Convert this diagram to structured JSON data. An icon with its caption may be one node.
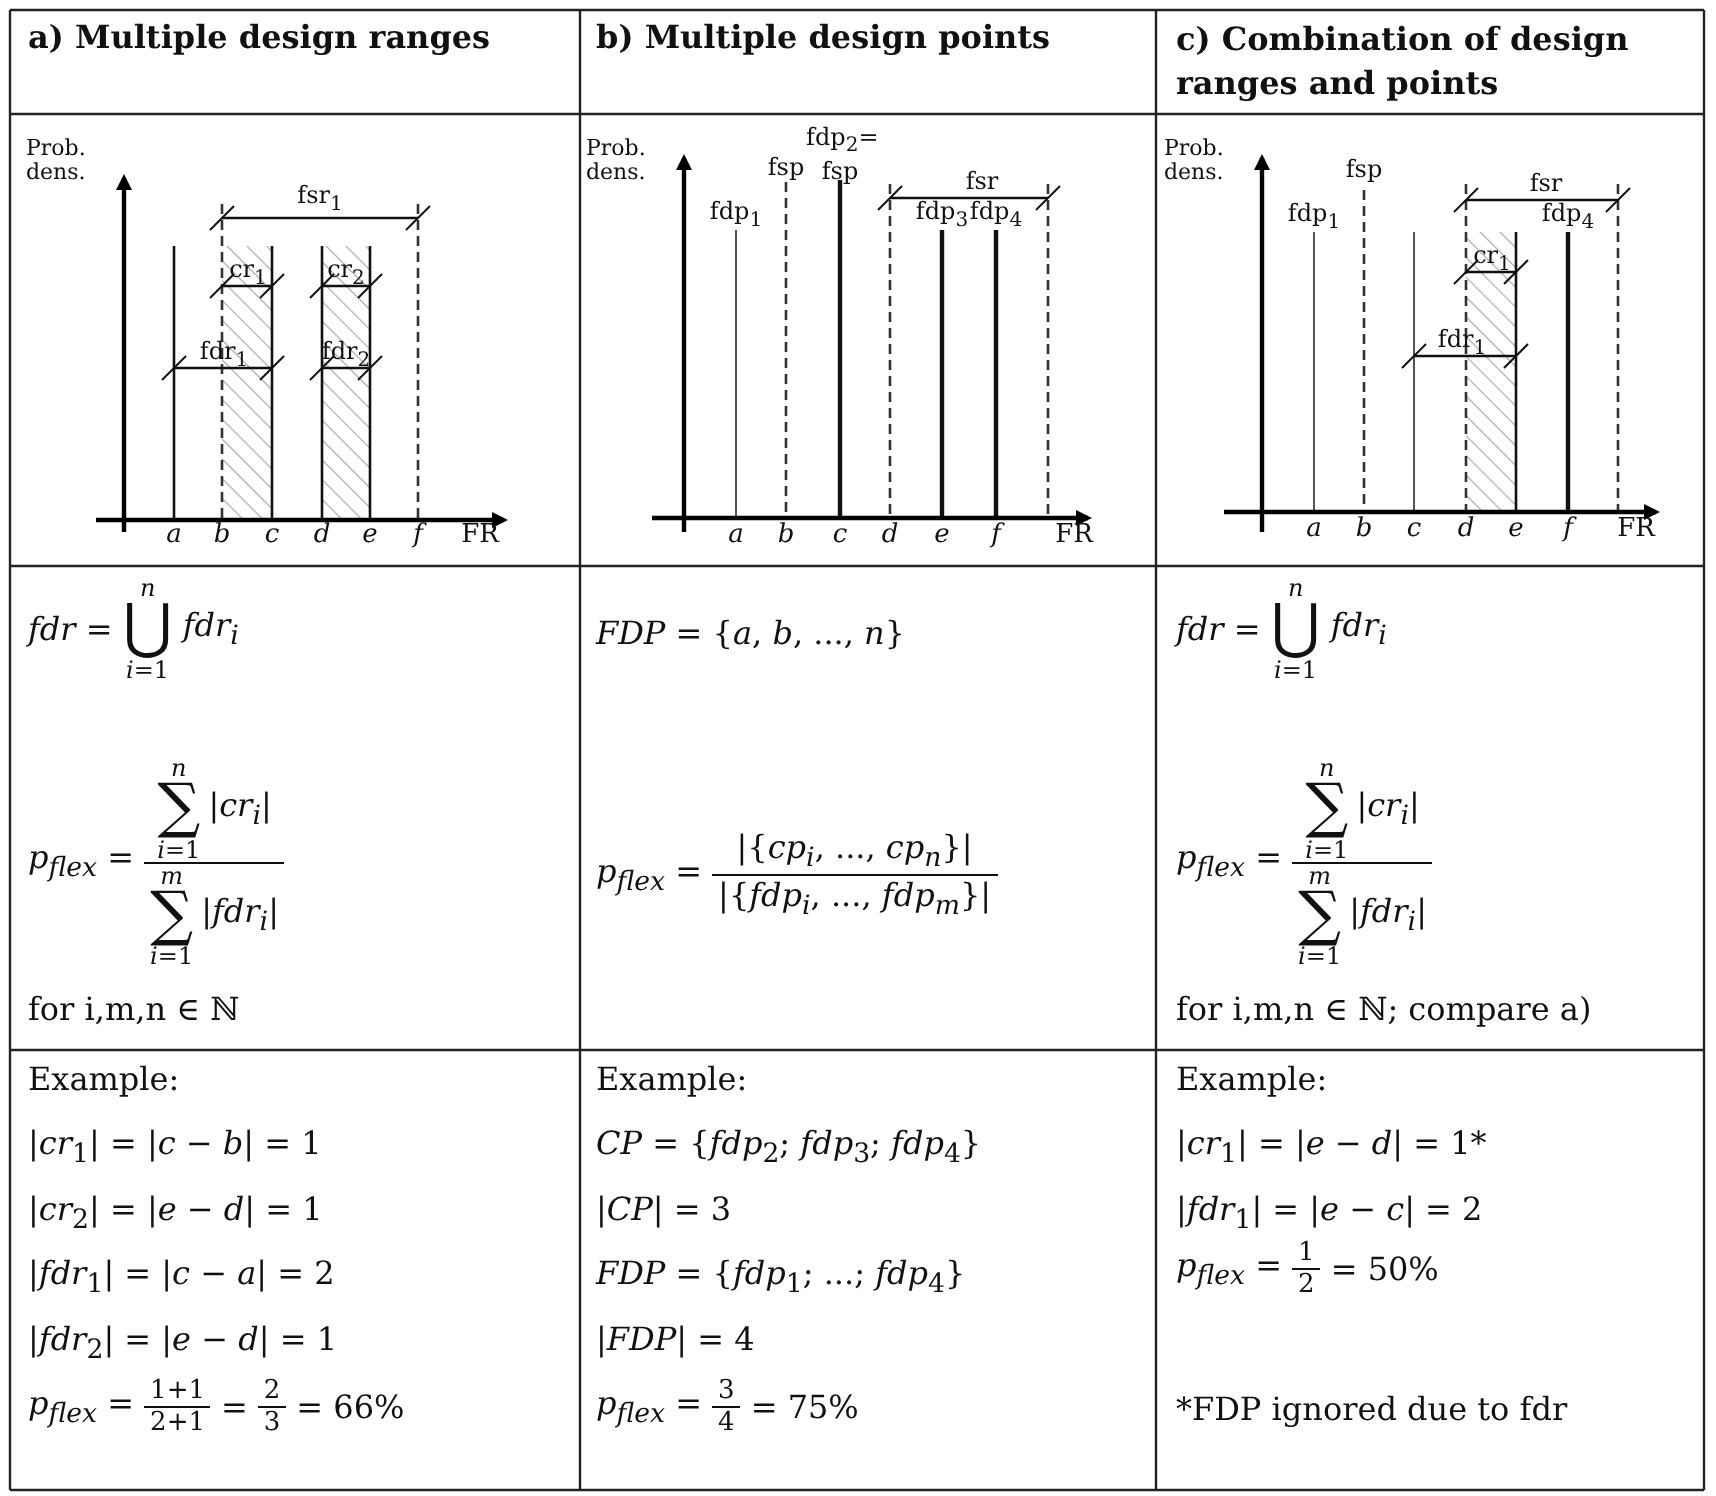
{
  "diagram": {
    "labels": [
      "a) Multiple design ranges",
      "b) Multiple design points",
      "c) Combination of design ranges and points",
      "Prob. dens.",
      "fsr$_{1}$",
      "cr$_{1}$",
      "cr$_{2}$",
      "fdr$_{1}$",
      "fdr$_{2}$",
      "a",
      "b",
      "c",
      "d",
      "e",
      "f",
      "FR",
      "Prob. dens.",
      "fdp$_{1}$",
      "fsp",
      "fdp$_{2}$= fsp",
      "fsr",
      "fdp$_{3}$",
      "fdp$_{4}$",
      "a",
      "b",
      "c",
      "d",
      "e",
      "f",
      "FR",
      "Prob. dens.",
      "fdp$_{1}$",
      "fsp",
      "fsr",
      "fdp$_{4}$",
      "cr$_{1}$",
      "fdr$_{1}$",
      "a",
      "b",
      "c",
      "d",
      "e",
      "f",
      "FR",
      "*fdr* =",
      "*n*",
      "⋃",
      "*i*=1",
      "*fdr*$_{i}$",
      "*p*$_{flex}$ =",
      "*n*",
      "∑",
      "*i*=1",
      "|*cr*$_{i}$|",
      "*m*",
      "∑",
      "*i*=1",
      "|*fdr*$_{i}$|",
      "for i,m,n ∈ ℕ",
      "*FDP* = {*a*, *b*, ..., *n*}",
      "*p*$_{flex}$ =",
      "|{*cp*$_{i}$, ..., *cp*$_{n}$}|",
      "|{*fdp*$_{i}$, ..., *fdp*$_{m}$}|",
      "*fdr* =",
      "*n*",
      "⋃",
      "*i*=1",
      "*fdr*$_{i}$",
      "*p*$_{flex}$ =",
      "*n*",
      "∑",
      "*i*=1",
      "|*cr*$_{i}$|",
      "*m*",
      "∑",
      "*i*=1",
      "|*fdr*$_{i}$|",
      "for i,m,n ∈ ℕ; compare a)",
      "Example:",
      "|*cr*$_{1}$| = |*c* − *b*| = 1",
      "|*cr*$_{2}$| = |*e* − *d*| = 1",
      "|*fdr*$_{1}$| = |*c* − *a*| = 2",
      "|*fdr*$_{2}$| = |*e* − *d*| = 1",
      "*p*$_{flex}$ =",
      "1+1",
      "2+1",
      "=",
      "2",
      "3",
      "= 66%",
      "Example:",
      "*CP* = {*fdp*$_{2}$; *fdp*$_{3}$; *fdp*$_{4}$}",
      "|*CP*| = 3",
      "*FDP* = {*fdp*$_{1}$; ...; *fdp*$_{4}$}",
      "|*FDP*| = 4",
      "*p*$_{flex}$ =",
      "3",
      "4",
      "= 75%",
      "Example:",
      "|*cr*$_{1}$| = |*e* − *d*| = 1*",
      "|*fdr*$_{1}$| = |*e* − *c*| = 2",
      "*p*$_{flex}$ =",
      "1",
      "2",
      "= 50%",
      "*FDP ignored due to fdr"
    ]
  }
}
